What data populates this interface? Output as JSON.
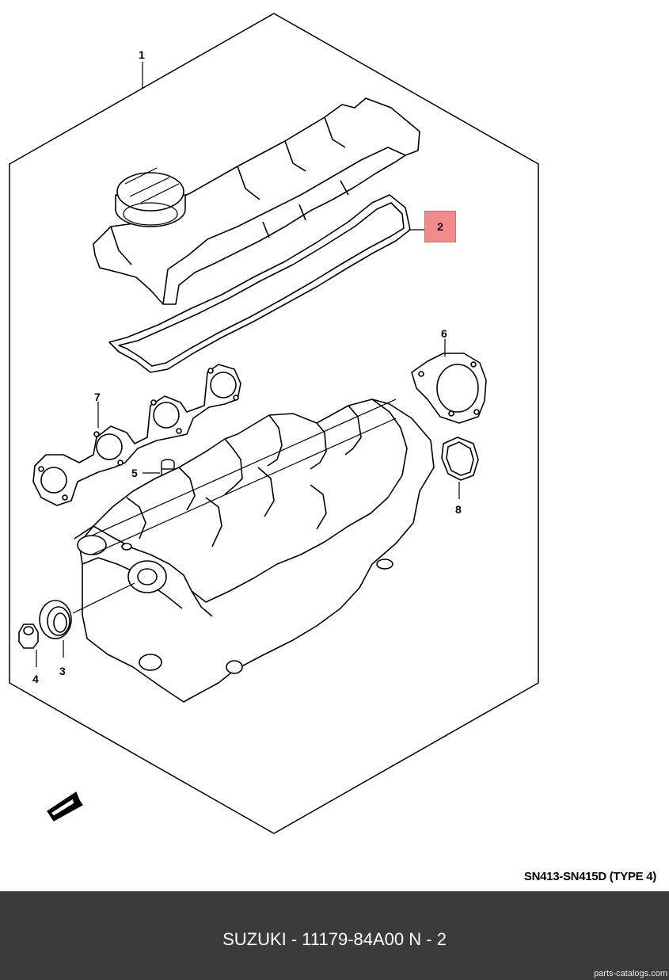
{
  "diagram": {
    "callouts": {
      "c1": "1",
      "c2": "2",
      "c3": "3",
      "c4": "4",
      "c5": "5",
      "c6": "6",
      "c7": "7",
      "c8": "8"
    },
    "highlighted_callout": "2",
    "highlight_color": "#f28b8b",
    "model_label": "SN413-SN415D (TYPE 4)"
  },
  "footer": {
    "title": "SUZUKI - 11179-84A00    N - 2",
    "credit": "parts-catalogs.com",
    "background": "#3b3b3b"
  }
}
